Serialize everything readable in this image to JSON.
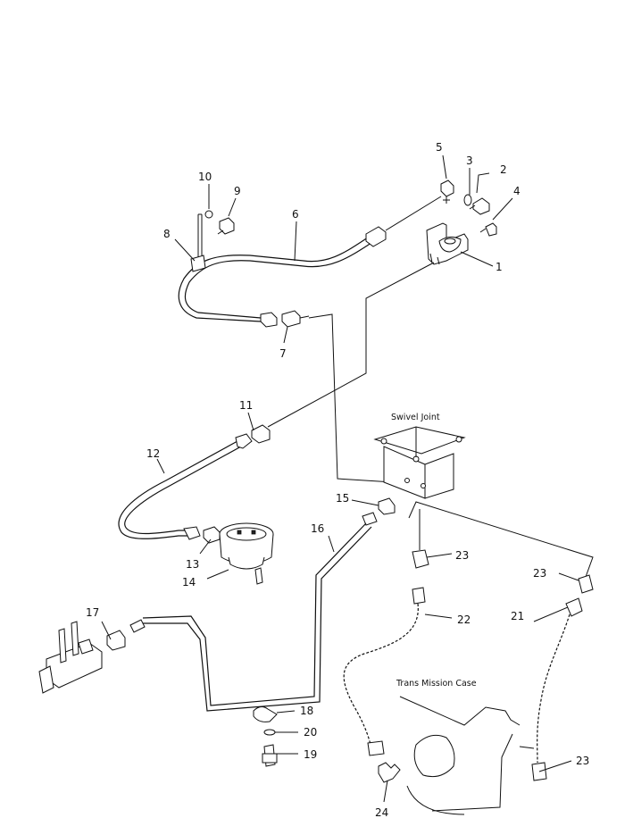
{
  "labels": {
    "p1": "1",
    "p2": "2",
    "p3": "3",
    "p4": "4",
    "p5": "5",
    "p6": "6",
    "p7": "7",
    "p8": "8",
    "p9": "9",
    "p10": "10",
    "p11": "11",
    "p12": "12",
    "p13": "13",
    "p14": "14",
    "p15": "15",
    "p16": "16",
    "p17": "17",
    "p18": "18",
    "p19": "19",
    "p20": "20",
    "p21": "21",
    "p22": "22",
    "p23a": "23",
    "p23b": "23",
    "p23c": "23",
    "p24": "24"
  },
  "captions": {
    "swivel_joint": "Swivel Joint",
    "transmission_case": "Trans Mission Case"
  }
}
